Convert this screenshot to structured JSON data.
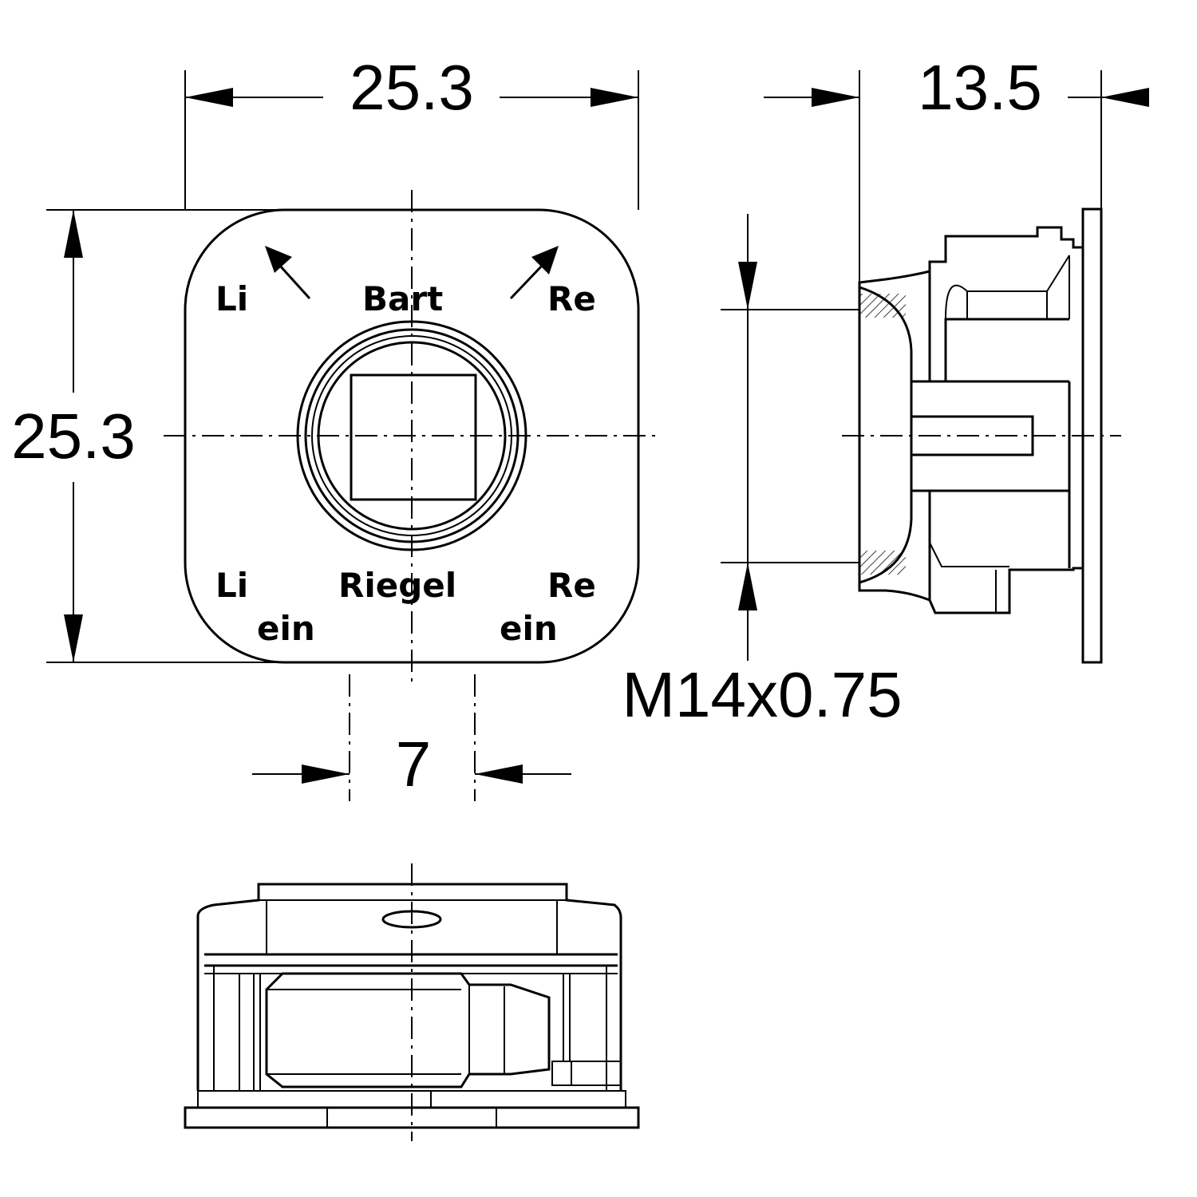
{
  "dimensions": {
    "width_top": "25.3",
    "height_left": "25.3",
    "depth_right": "13.5",
    "key_width": "7",
    "thread": "M14x0.75"
  },
  "face_labels": {
    "top_left": "Li",
    "top_center": "Bart",
    "top_right": "Re",
    "bottom_left": "Li",
    "bottom_left_sub": "ein",
    "bottom_center": "Riegel",
    "bottom_right": "Re",
    "bottom_right_sub": "ein"
  },
  "colors": {
    "line": "#000000",
    "background": "#ffffff"
  }
}
